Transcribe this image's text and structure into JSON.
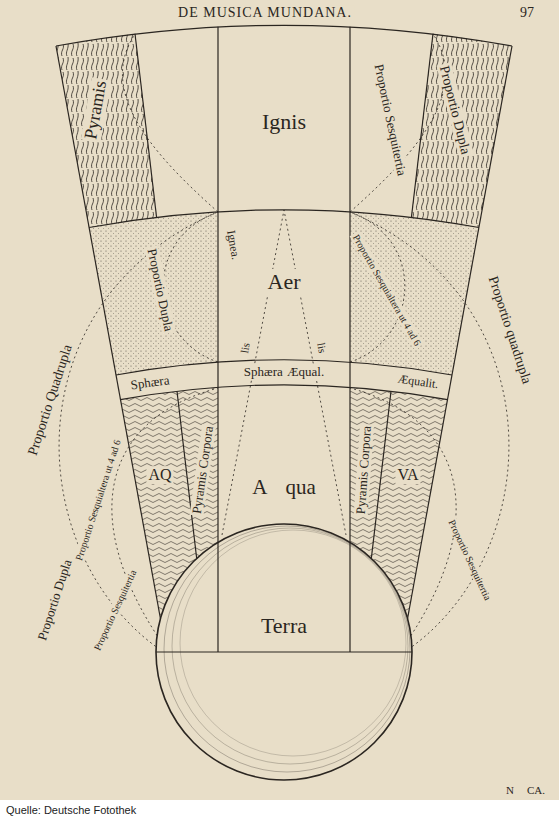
{
  "diagram": {
    "title": "DE MUSICA MUNDANA.",
    "nodes": [
      {
        "text": [
          "Ignis"
        ]
      },
      {
        "text": [
          "Aer"
        ]
      },
      {
        "text": [
          "Sphæra Æqual."
        ]
      },
      {
        "text": [
          "A qua"
        ]
      },
      {
        "text": [
          "Terra"
        ]
      }
    ],
    "labels": [
      "97",
      "Pyramis",
      "Proportio Sesquitertia",
      "Proportio Dupla",
      "Ignea.",
      "Proportio Dupla",
      "Proportio Sesquialtera ut 4 ad 6",
      "Proportio quadrupla",
      "lis",
      "lis",
      "Proportio Quadrupla",
      "Sphæra",
      "Æqualit.",
      "Pyramis Corpora",
      "Pyramis Corpora",
      "AQ",
      "VA",
      "Proportio Sesquialtera ut 4 ad 6",
      "Proportio Sesquitertia",
      "Proportio Dupla",
      "Proportio Sesquitertia",
      "N",
      "CA.",
      "Quelle: Deutsche Fotothek"
    ]
  }
}
